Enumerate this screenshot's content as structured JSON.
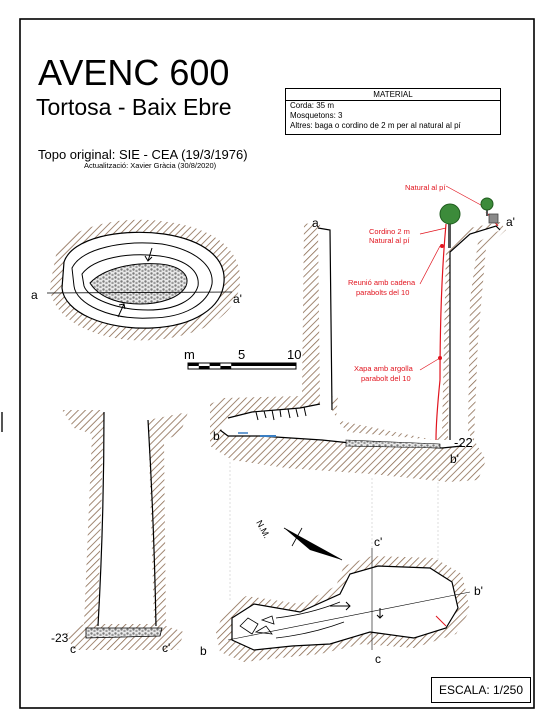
{
  "title": "AVENC 600",
  "subtitle": "Tortosa - Baix Ebre",
  "topo_original": "Topo original: SIE - CEA (19/3/1976)",
  "update": "Actualització: Xavier Gràcia (30/8/2020)",
  "material": {
    "heading": "MATERIAL",
    "lines": [
      "Corda: 35 m",
      "Mosquetons: 3",
      "Altres: baga o cordino de 2 m per al natural al pí"
    ]
  },
  "scale_bar": {
    "unit": "m",
    "tick_5": "5",
    "tick_10": "10"
  },
  "scale": "ESCALA: 1/250",
  "north_label": "N.M.",
  "section_labels": {
    "a": "a",
    "a_prime": "a'",
    "b": "b",
    "b_prime": "b'",
    "c": "c",
    "c_prime": "c'",
    "depth_22": "-22",
    "depth_23": "-23"
  },
  "rigging_notes": {
    "natural": "Natural al pí",
    "cordino_1": "Cordino 2 m",
    "cordino_2": "Natural al pí",
    "reunio_1": "Reunió amb cadena",
    "reunio_2": "parabolts del 10",
    "xapa_1": "Xapa amb argolla",
    "xapa_2": "parabolt del 10"
  },
  "colors": {
    "rigging": "#e1141e",
    "tree": "#3c8b3a",
    "hatch": "#8a6a50",
    "water": "#3a7ec2"
  }
}
